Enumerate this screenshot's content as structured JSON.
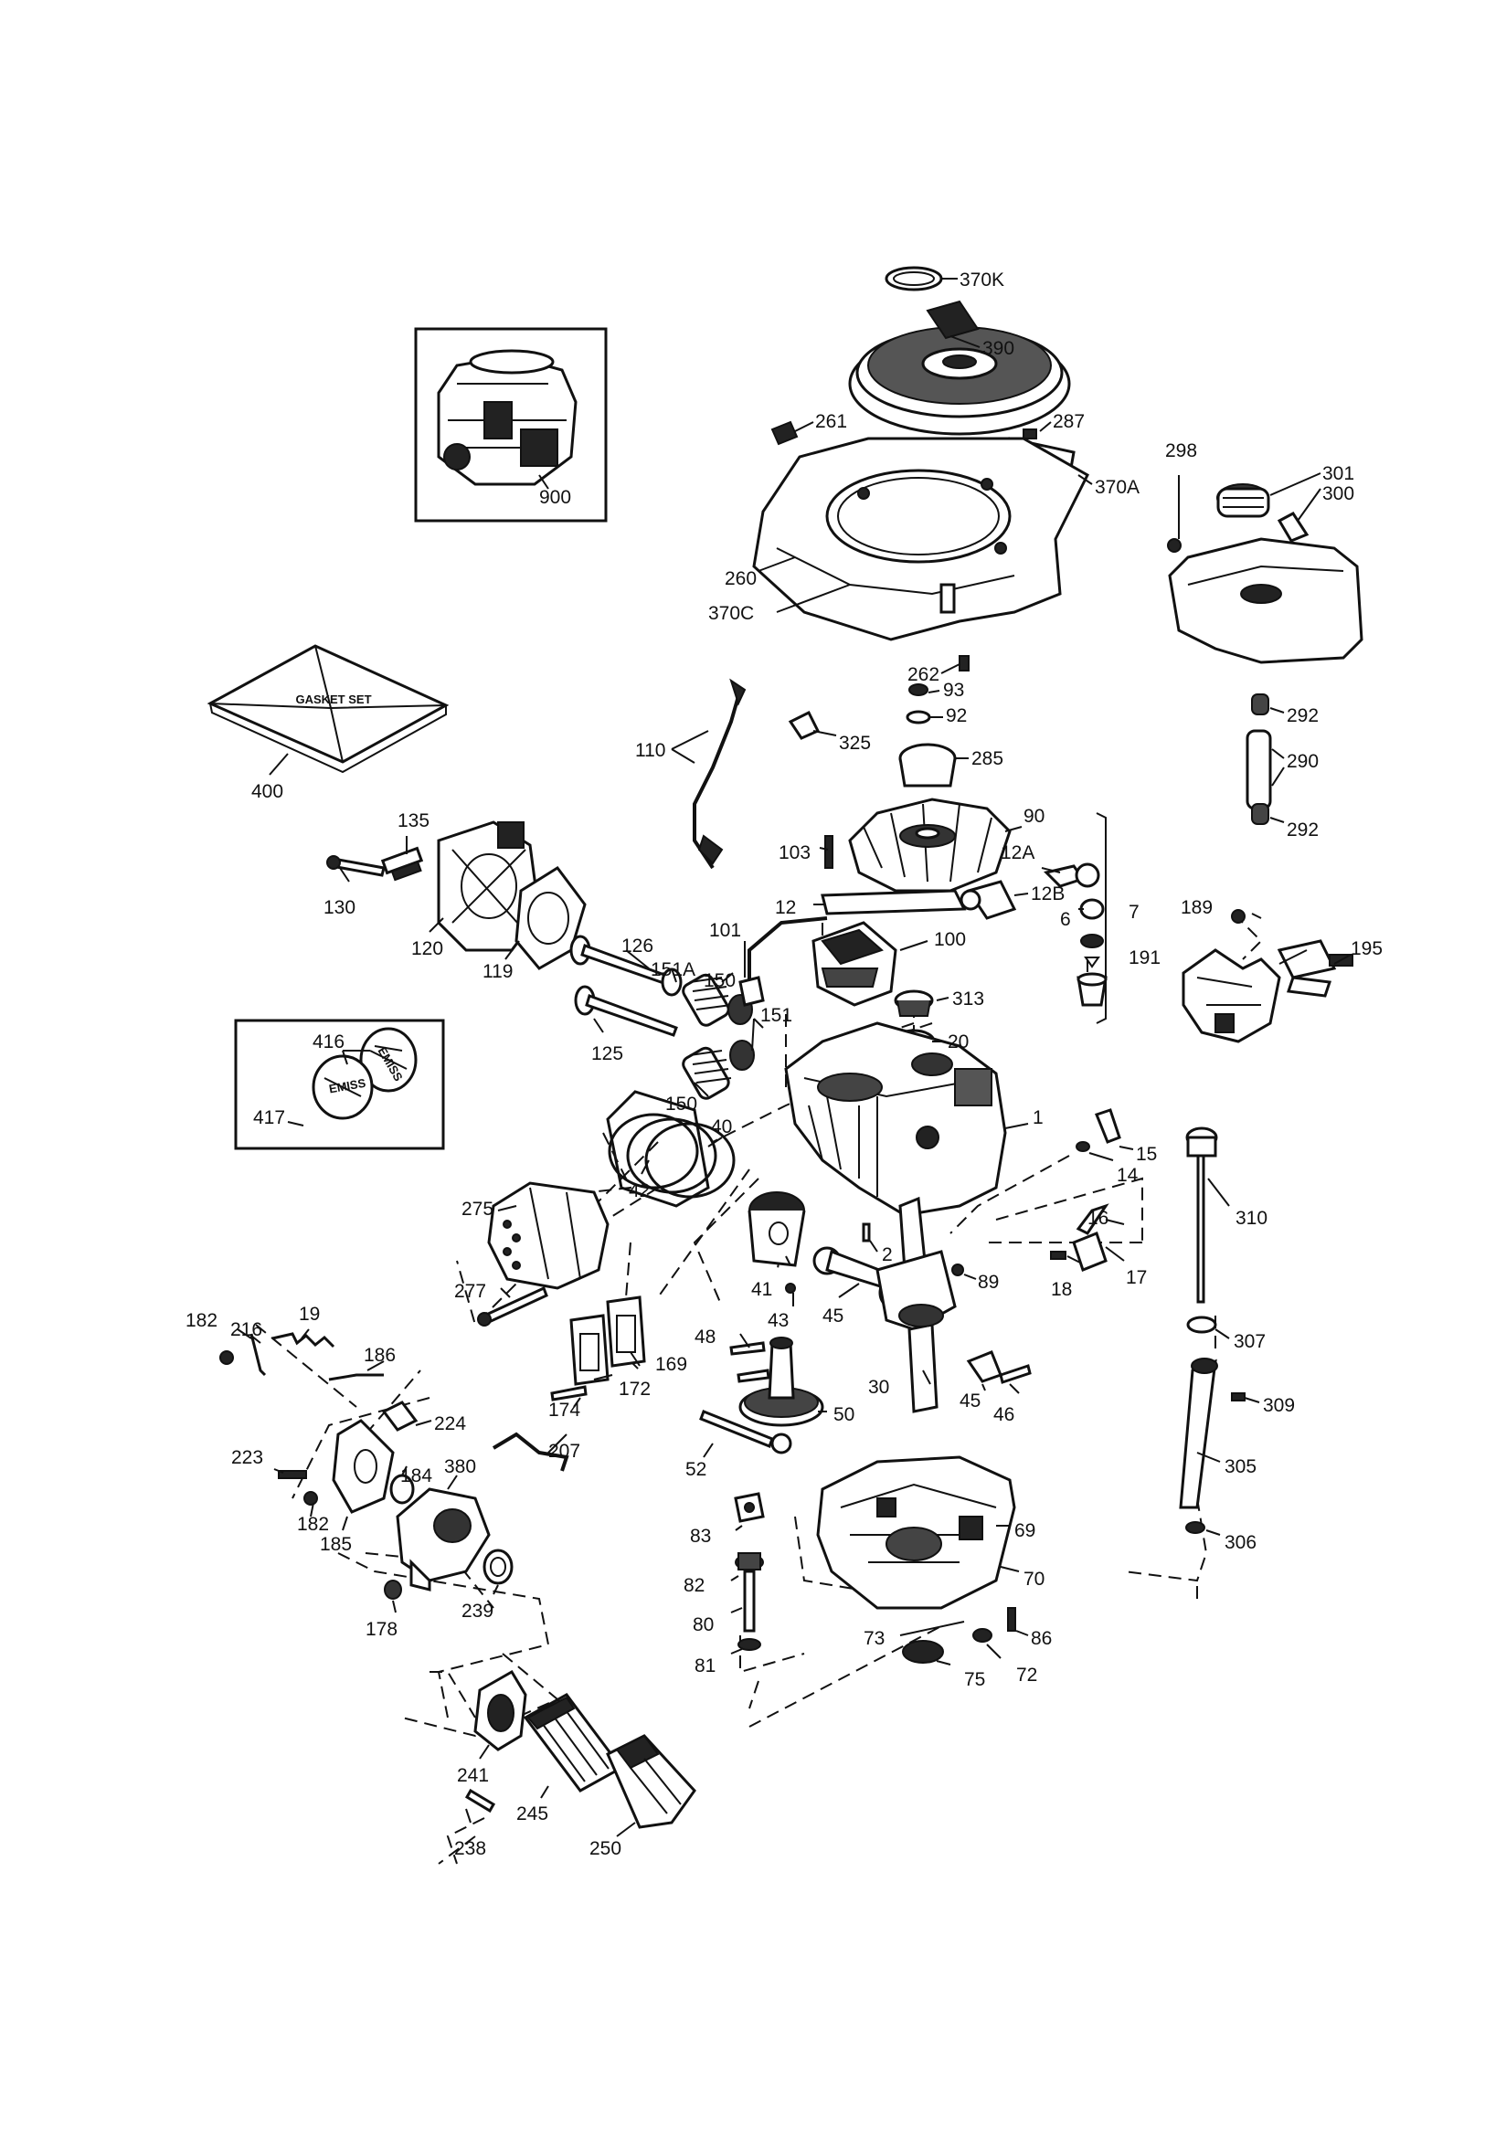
{
  "diagram": {
    "gasket_set_label": "GASKET SET",
    "labels": {
      "p370k": "370K",
      "p390": "390",
      "p261": "261",
      "p287": "287",
      "p370a": "370A",
      "p260": "260",
      "p370c": "370C",
      "p298": "298",
      "p301": "301",
      "p300": "300",
      "p900": "900",
      "p262": "262",
      "p93": "93",
      "p92": "92",
      "p325": "325",
      "p285": "285",
      "p110": "110",
      "p400": "400",
      "p292a": "292",
      "p290": "290",
      "p292b": "292",
      "p90": "90",
      "p103": "103",
      "p12a": "12A",
      "p12b": "12B",
      "p12": "12",
      "p7": "7",
      "p6": "6",
      "p135": "135",
      "p130": "130",
      "p120": "120",
      "p119": "119",
      "p126": "126",
      "p151a": "151A",
      "p150a": "150",
      "p101": "101",
      "p100": "100",
      "p313": "313",
      "p20": "20",
      "p151": "151",
      "p125": "125",
      "p150b": "150",
      "p189": "189",
      "p191": "191",
      "p195": "195",
      "p416": "416",
      "p417": "417",
      "p40": "40",
      "p1": "1",
      "p15": "15",
      "p14": "14",
      "p42": "42",
      "p275": "275",
      "p16": "16",
      "p17": "17",
      "p18": "18",
      "p310": "310",
      "p2": "2",
      "p89": "89",
      "p41": "41",
      "p43": "43",
      "p45a": "45",
      "p277": "277",
      "p182a": "182",
      "p216": "216",
      "p19": "19",
      "p186": "186",
      "p48": "48",
      "p169": "169",
      "p172": "172",
      "p174": "174",
      "p30": "30",
      "p45b": "45",
      "p46": "46",
      "p307": "307",
      "p50": "50",
      "p224": "224",
      "p309": "309",
      "p223": "223",
      "p380": "380",
      "p184": "184",
      "p207": "207",
      "p52": "52",
      "p305": "305",
      "p182b": "182",
      "p185": "185",
      "p69": "69",
      "p83": "83",
      "p306": "306",
      "p70": "70",
      "p82": "82",
      "p178": "178",
      "p239": "239",
      "p80": "80",
      "p73": "73",
      "p86": "86",
      "p81": "81",
      "p75": "75",
      "p72": "72",
      "p241": "241",
      "p245": "245",
      "p250": "250",
      "p238": "238"
    }
  }
}
